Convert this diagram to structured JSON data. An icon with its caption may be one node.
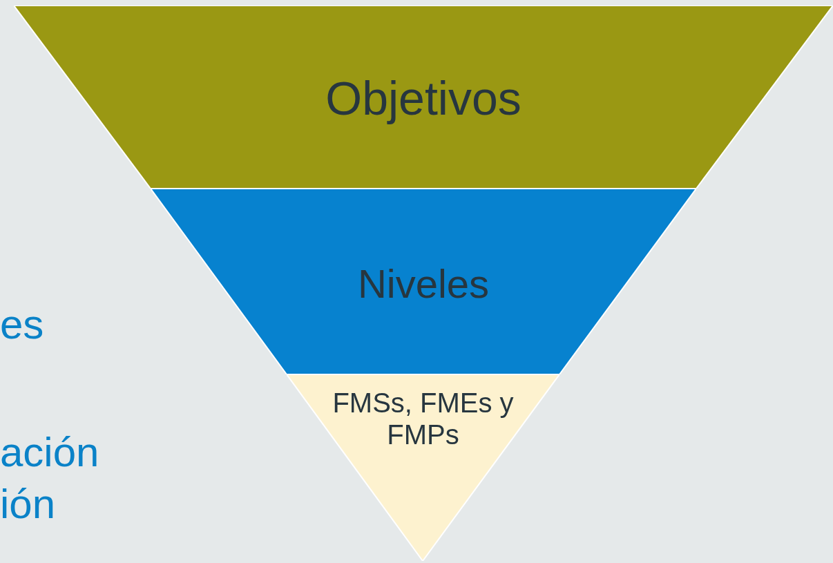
{
  "diagram": {
    "nodes": [
      {
        "text": [
          "Objetivos"
        ]
      },
      {
        "text": [
          "Niveles"
        ]
      },
      {
        "text": [
          "FMSs, FMEs y FMPs"
        ]
      }
    ],
    "edges": [],
    "labels": [
      "es",
      "ación",
      "ión"
    ]
  }
}
